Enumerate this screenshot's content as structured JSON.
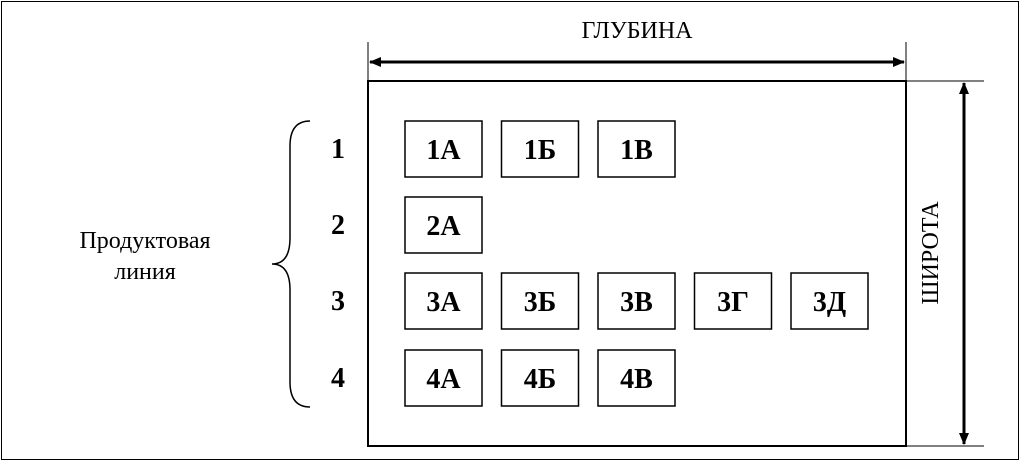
{
  "diagram": {
    "depth_label": "ГЛУБИНА",
    "width_label": "ШИРОТА",
    "product_line_label_line1": "Продуктовая",
    "product_line_label_line2": "линия",
    "rows": [
      {
        "label": "1",
        "cells": [
          "1А",
          "1Б",
          "1В"
        ]
      },
      {
        "label": "2",
        "cells": [
          "2А"
        ]
      },
      {
        "label": "3",
        "cells": [
          "3А",
          "3Б",
          "3В",
          "3Г",
          "3Д"
        ]
      },
      {
        "label": "4",
        "cells": [
          "4А",
          "4Б",
          "4В"
        ]
      }
    ]
  }
}
